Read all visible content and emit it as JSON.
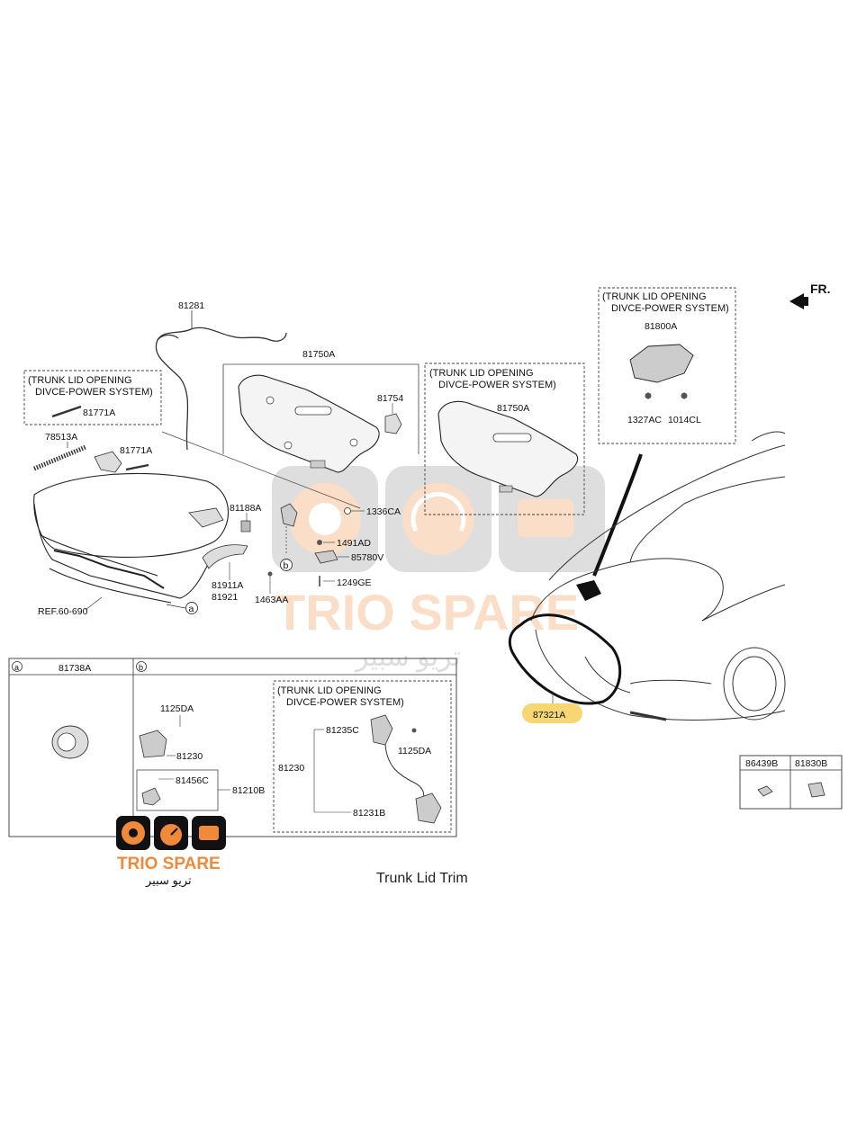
{
  "diagram": {
    "direction_label": "FR.",
    "caption": "Trunk Lid Trim",
    "inset_header_line1": "(TRUNK LID OPENING",
    "inset_header_line2": "DIVCE-POWER SYSTEM)",
    "part_labels": {
      "p81281": "81281",
      "p81750A_main": "81750A",
      "p81754": "81754",
      "p81771A_top": "81771A",
      "p78513A": "78513A",
      "p81771A": "81771A",
      "p81188A": "81188A",
      "p1336CA": "1336CA",
      "p1491AD": "1491AD",
      "p85780V": "85780V",
      "p1249GE": "1249GE",
      "p81911A": "81911A",
      "p81921": "81921",
      "p1463AA": "1463AA",
      "ref": "REF.60-690",
      "p81750A_inset": "81750A",
      "p81800A": "81800A",
      "p1327AC": "1327AC",
      "p1014CL": "1014CL",
      "p87321A": "87321A",
      "p81738A": "81738A",
      "p1125DA_b": "1125DA",
      "p81230_b": "81230",
      "p81456C": "81456C",
      "p81210B": "81210B",
      "p81235C": "81235C",
      "p1125DA_ps": "1125DA",
      "p81230_ps": "81230",
      "p81231B": "81231B",
      "p86439B": "86439B",
      "p81830B": "81830B"
    },
    "callouts": {
      "a": "a",
      "b": "b"
    },
    "highlight_color": "#f7d774"
  },
  "watermark": {
    "brand_latin": "TRIO SPARE",
    "brand_arabic": "تريو سبير",
    "brand_orange": "#f08a3a",
    "brand_gray": "#9a9a9a"
  },
  "logo": {
    "brand_latin": "TRIO SPARE",
    "brand_arabic": "تريو سبير"
  }
}
